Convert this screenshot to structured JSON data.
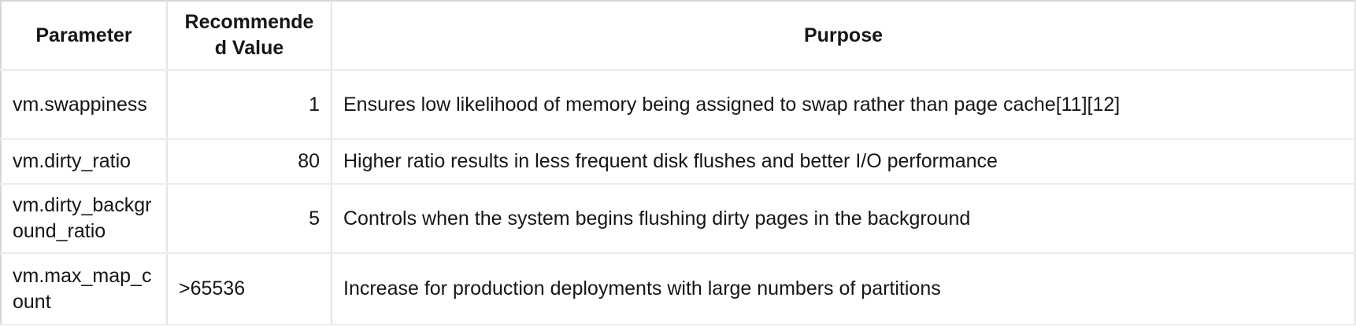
{
  "table": {
    "headers": {
      "parameter": "Parameter",
      "value": "Recommended Value",
      "purpose": "Purpose"
    },
    "rows": [
      {
        "parameter": "vm.swappiness",
        "value": "1",
        "value_align": "right",
        "purpose": "Ensures low likelihood of memory being assigned to swap rather than page cache[11][12]"
      },
      {
        "parameter": "vm.dirty_ratio",
        "value": "80",
        "value_align": "right",
        "purpose": "Higher ratio results in less frequent disk flushes and better I/O performance"
      },
      {
        "parameter": "vm.dirty_background_ratio",
        "value": "5",
        "value_align": "right",
        "purpose": "Controls when the system begins flushing dirty pages in the background"
      },
      {
        "parameter": "vm.max_map_count",
        "value": ">65536",
        "value_align": "left",
        "purpose": "Increase for production deployments with large numbers of partitions"
      }
    ]
  },
  "colors": {
    "background": "#ffffff",
    "text": "#161616",
    "border_outer": "#d6d6d6",
    "border_inner": "#ececec"
  }
}
